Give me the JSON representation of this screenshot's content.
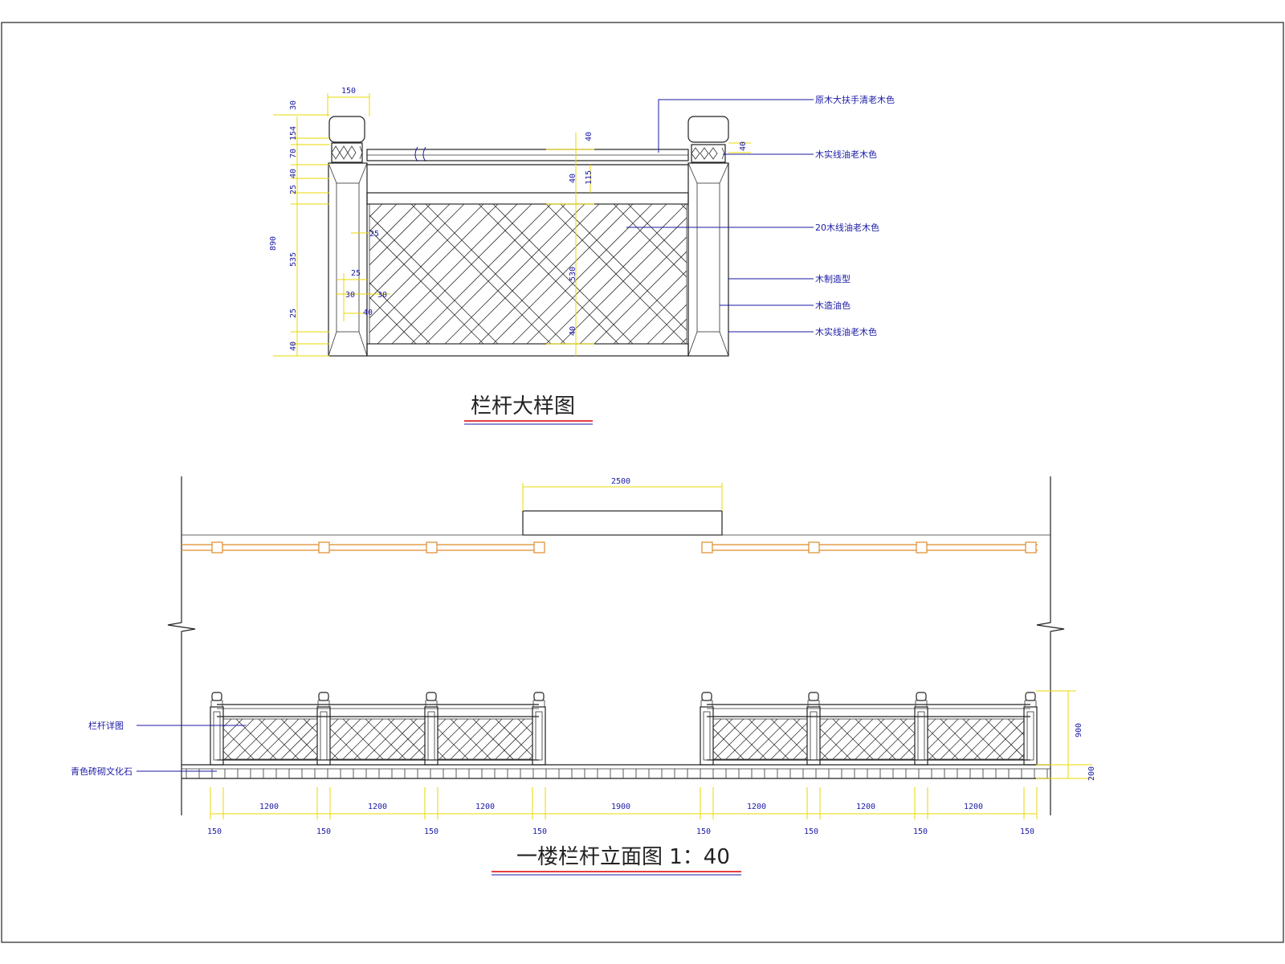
{
  "detail": {
    "title": "栏杆大样图",
    "dims_top": [
      "150"
    ],
    "dims_left": [
      "30",
      "154",
      "70",
      "40",
      "25",
      "535",
      "25",
      "40"
    ],
    "dims_total": "890",
    "dims_inner": [
      "25",
      "25",
      "30",
      "30",
      "40"
    ],
    "dims_center": [
      "40",
      "40",
      "115",
      "530",
      "40"
    ],
    "dim_right": "40",
    "notes": [
      "原木大扶手清老木色",
      "木实线油老木色",
      "20木线油老木色",
      "木制造型",
      "木造油色",
      "木实线油老木色"
    ]
  },
  "elevation": {
    "title": "一楼栏杆立面图 1：40",
    "dim_top": "2500",
    "dims_bottom_spans": [
      "1200",
      "1200",
      "1200",
      "1900",
      "1200",
      "1200",
      "1200"
    ],
    "dims_bottom_posts": [
      "150",
      "150",
      "150",
      "150",
      "150",
      "150",
      "150",
      "150"
    ],
    "dim_height": "900",
    "dim_base": "200",
    "notes": [
      "栏杆详图",
      "青色砖砌文化石"
    ]
  }
}
